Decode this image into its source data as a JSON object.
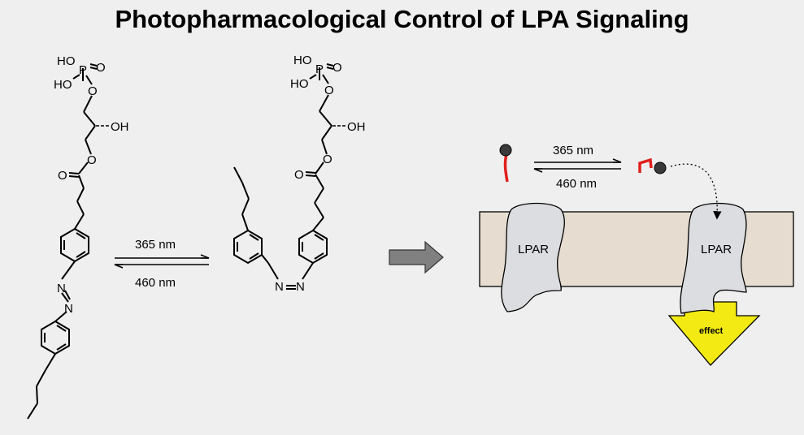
{
  "title": "Photopharmacological Control of LPA Signaling",
  "colors": {
    "background": "#efefef",
    "membrane": "#e6ddd0",
    "receptor": "#dcdde0",
    "effect_arrow": "#f2ea12",
    "ligand_tail": "#e0201c",
    "ligand_head": "#3a3a3a",
    "process_arrow": "#808080"
  },
  "left_molecule": {
    "atoms": {
      "ho1": "HO",
      "p": "P",
      "o_double": "O",
      "ho2": "HO",
      "o_ester": "O",
      "oh": "OH",
      "o_link": "O",
      "o_carbonyl": "O",
      "n1": "N",
      "n2": "N"
    }
  },
  "right_molecule": {
    "atoms": {
      "ho1": "HO",
      "p": "P",
      "o_double": "O",
      "ho2": "HO",
      "o_ester": "O",
      "oh": "OH",
      "o_link": "O",
      "o_carbonyl": "O",
      "n1": "N",
      "n2": "N"
    }
  },
  "chem_switch": {
    "forward_label": "365 nm",
    "reverse_label": "460 nm"
  },
  "cartoon_switch": {
    "forward_label": "365 nm",
    "reverse_label": "460 nm"
  },
  "receptors": {
    "left_label": "LPAR",
    "right_label": "LPAR"
  },
  "effect_label": "effect"
}
